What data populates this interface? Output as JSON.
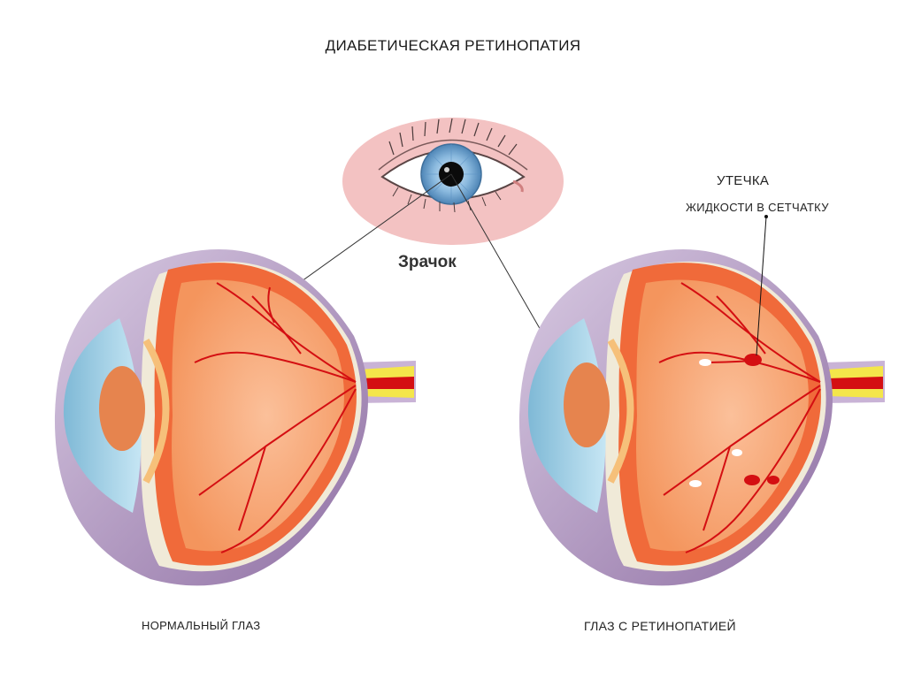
{
  "title": "ДИАБЕТИЧЕСКАЯ РЕТИНОПАТИЯ",
  "pupil_label": "Зрачок",
  "left_caption": "НОРМАЛЬНЫЙ ГЛАЗ",
  "right_caption": "ГЛАЗ С РЕТИНОПАТИЕЙ",
  "leak_label_line1": "УТЕЧКА",
  "leak_label_line2": "ЖИДКОСТИ В СЕТЧАТКУ",
  "colors": {
    "outer_sclera": "#b9a7c8",
    "inner_retina": "#f06a3a",
    "vitreous": "#f5a878",
    "cornea": "#a9d6ea",
    "lens": "#e6844e",
    "vessel": "#d40f12",
    "optic_nerve_yellow": "#f4e64a",
    "iris": "#8ab9de",
    "eye_bg": "#f3c2c2"
  }
}
